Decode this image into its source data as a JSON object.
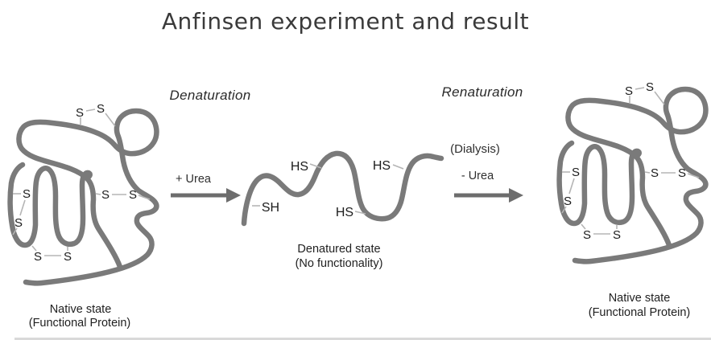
{
  "title": "Anfinsen experiment and result",
  "process": {
    "denaturation": {
      "title": "Denaturation",
      "reagent": "+ Urea"
    },
    "renaturation": {
      "title": "Renaturation",
      "method": "(Dialysis)",
      "reagent": "- Urea"
    }
  },
  "native_left": {
    "caption": [
      "Native state",
      "(Functional Protein)"
    ],
    "s_labels": [
      "S",
      "S",
      "S",
      "S",
      "S",
      "S",
      "S",
      "S"
    ]
  },
  "denatured": {
    "caption": [
      "Denatured state",
      "(No functionality)"
    ],
    "thiols": [
      "SH",
      "HS",
      "HS",
      "HS"
    ]
  },
  "native_right": {
    "caption": [
      "Native state",
      "(Functional Protein)"
    ],
    "s_labels": [
      "S",
      "S",
      "S",
      "S",
      "S",
      "S",
      "S",
      "S"
    ]
  },
  "colors": {
    "chain": "#7a7a7a",
    "bond_line": "#b5b5b5",
    "arrow": "#6d6d6d",
    "title_text": "#3a3a3a",
    "body_text": "#222222",
    "bottom_bar": "#d9d9d9",
    "background": "#ffffff"
  }
}
